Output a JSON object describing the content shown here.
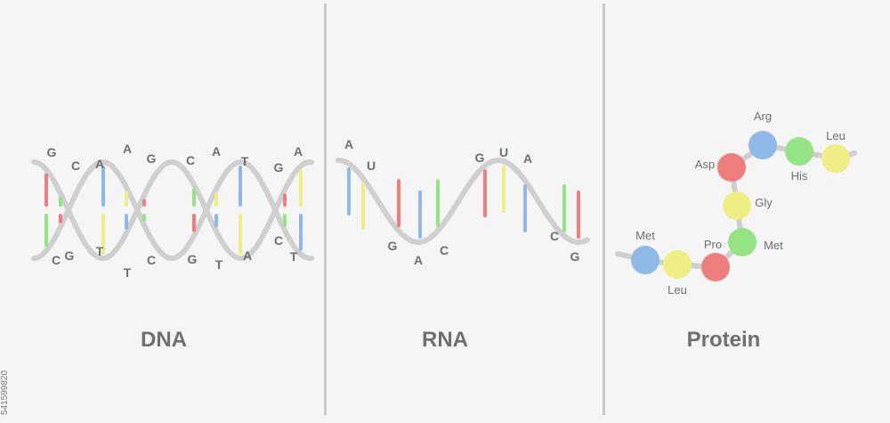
{
  "panels": {
    "dna_title": "DNA",
    "rna_title": "RNA",
    "protein_title": "Protein"
  },
  "watermark_id": "541599820",
  "colors": {
    "backbone": "#cfcfcf",
    "red": "#ee7d7d",
    "yellow": "#eeee84",
    "blue": "#8fb9e6",
    "green": "#94e486",
    "text": "#6f6f6f",
    "divider": "#c8c8c8"
  },
  "dna": {
    "top_bases": [
      "G",
      "C",
      "A",
      "A",
      "G",
      "C",
      "A",
      "T",
      "G",
      "A"
    ],
    "bottom_bases": [
      "C",
      "G",
      "T",
      "T",
      "C",
      "G",
      "T",
      "A",
      "C",
      "T"
    ],
    "top_colors": [
      "red",
      "green",
      "blue",
      "yellow",
      "red",
      "green",
      "yellow",
      "blue",
      "red",
      "yellow"
    ],
    "bottom_colors": [
      "green",
      "red",
      "yellow",
      "blue",
      "green",
      "red",
      "blue",
      "yellow",
      "green",
      "blue"
    ]
  },
  "rna": {
    "bases": [
      "A",
      "U",
      "G",
      "A",
      "C",
      "G",
      "U",
      "A",
      "C",
      "G"
    ],
    "colors": [
      "blue",
      "yellow",
      "red",
      "blue",
      "green",
      "red",
      "yellow",
      "blue",
      "green",
      "red"
    ]
  },
  "protein": {
    "amino_acids": [
      {
        "label": "Met",
        "color": "blue"
      },
      {
        "label": "Leu",
        "color": "yellow"
      },
      {
        "label": "Pro",
        "color": "red"
      },
      {
        "label": "Met",
        "color": "green"
      },
      {
        "label": "Gly",
        "color": "yellow"
      },
      {
        "label": "Asp",
        "color": "red"
      },
      {
        "label": "Arg",
        "color": "blue"
      },
      {
        "label": "His",
        "color": "green"
      },
      {
        "label": "Leu",
        "color": "yellow"
      }
    ]
  }
}
